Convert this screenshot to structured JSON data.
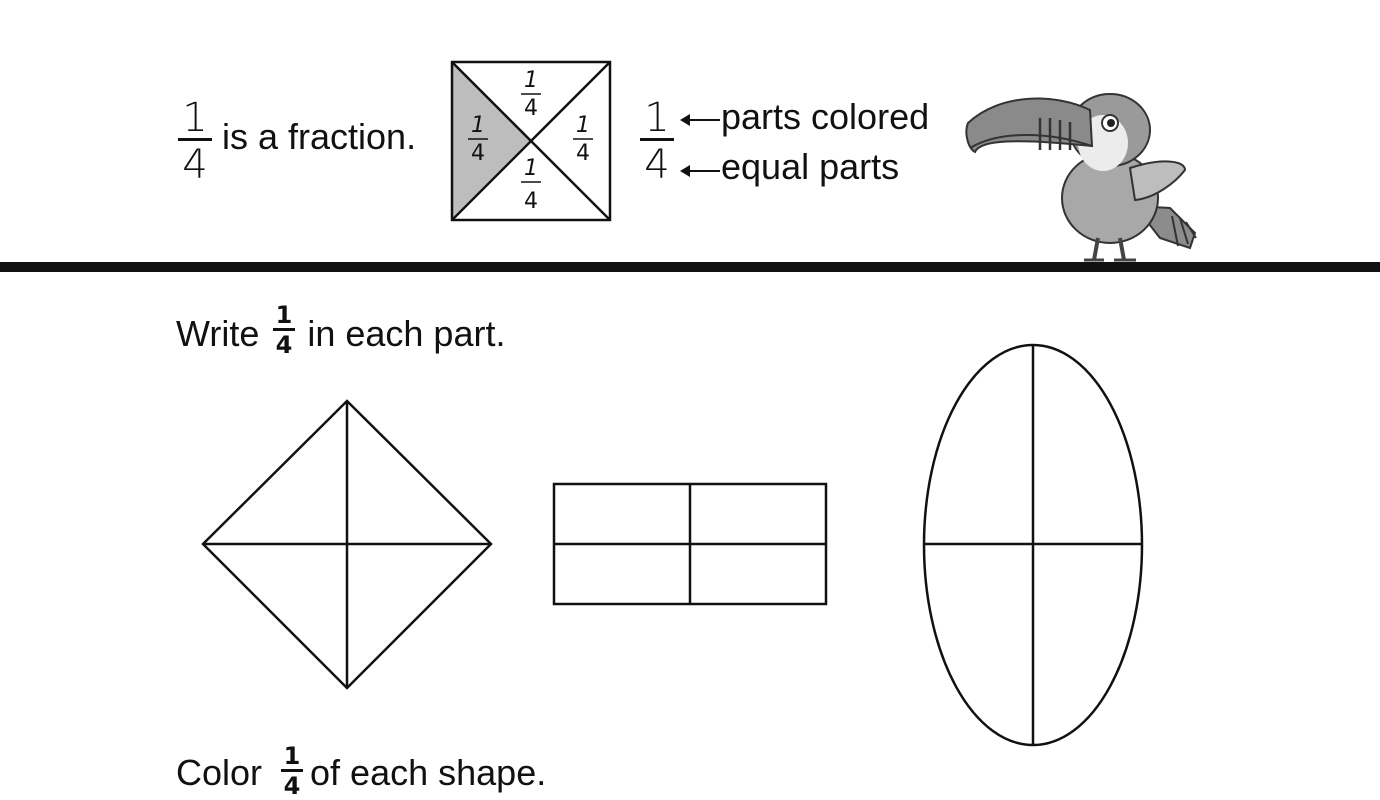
{
  "intro": {
    "fraction": {
      "numerator": "1",
      "denominator": "4"
    },
    "text": "is a fraction.",
    "quad_square": {
      "parts": [
        {
          "numerator": "1",
          "denominator": "4",
          "position": "top",
          "colored": false
        },
        {
          "numerator": "1",
          "denominator": "4",
          "position": "left",
          "colored": true
        },
        {
          "numerator": "1",
          "denominator": "4",
          "position": "right",
          "colored": false
        },
        {
          "numerator": "1",
          "denominator": "4",
          "position": "bottom",
          "colored": false
        }
      ]
    }
  },
  "fraction_key": {
    "numerator": "1",
    "denominator": "4",
    "numerator_label": "parts colored",
    "denominator_label": "equal parts"
  },
  "toucan": {
    "icon": "toucan-illustration"
  },
  "section_write": {
    "prefix": "Write",
    "fraction": {
      "numerator": "1",
      "denominator": "4"
    },
    "suffix": "in each part.",
    "shapes": [
      "diamond",
      "rectangle",
      "oval"
    ],
    "parts_per_shape": 4
  },
  "section_color": {
    "prefix": "Color",
    "fraction": {
      "numerator": "1",
      "denominator": "4"
    },
    "suffix": "of each shape."
  },
  "colors": {
    "ink": "#111111",
    "shaded_part": "#bdbdbd",
    "background": "#ffffff"
  }
}
